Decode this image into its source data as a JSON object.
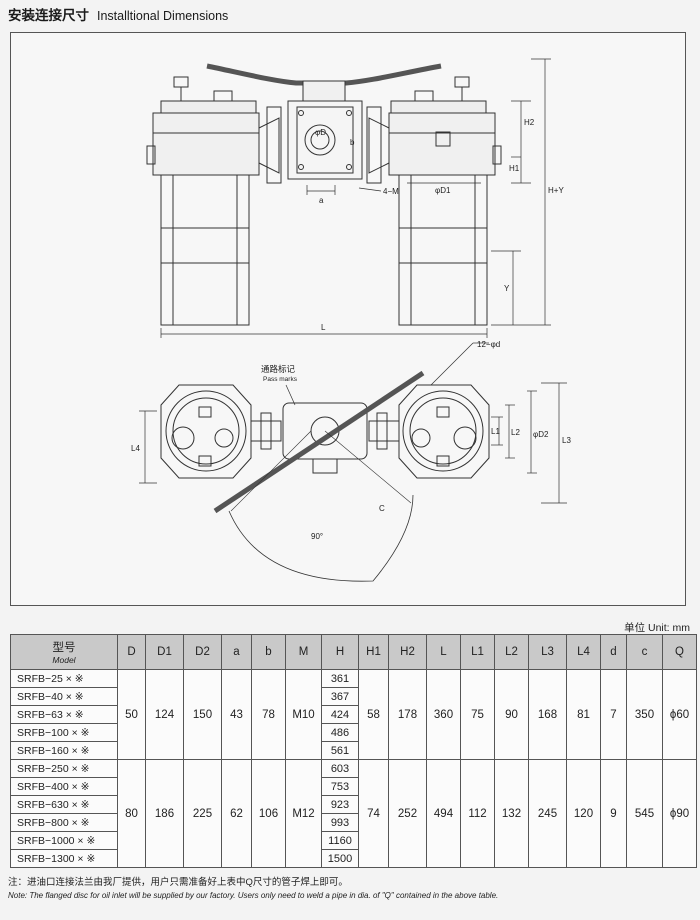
{
  "title": {
    "cn": "安装连接尺寸",
    "en": "Installtional Dimensions"
  },
  "drawing": {
    "labels": {
      "phiD": "φD",
      "a": "a",
      "b": "b",
      "m": "4−M",
      "phiD1": "φD1",
      "h1": "H1",
      "h2": "H2",
      "hy": "H+Y",
      "y": "Y",
      "l": "L",
      "d12": "12−φd",
      "pass_cn": "通路标记",
      "pass_en": "Pass marks",
      "l1": "L1",
      "l2": "L2",
      "phiD2": "φD2",
      "l3": "L3",
      "l4": "L4",
      "c": "C",
      "angle": "90°"
    }
  },
  "unit": "单位 Unit: mm",
  "table": {
    "headers": {
      "model_cn": "型号",
      "model_en": "Model",
      "D": "D",
      "D1": "D1",
      "D2": "D2",
      "a": "a",
      "b": "b",
      "M": "M",
      "H": "H",
      "H1": "H1",
      "H2": "H2",
      "L": "L",
      "L1": "L1",
      "L2": "L2",
      "L3": "L3",
      "L4": "L4",
      "d": "d",
      "c": "c",
      "Q": "Q"
    },
    "group1": {
      "models": [
        "SRFB−25 × ※",
        "SRFB−40 × ※",
        "SRFB−63 × ※",
        "SRFB−100 × ※",
        "SRFB−160 × ※"
      ],
      "H": [
        "361",
        "367",
        "424",
        "486",
        "561"
      ],
      "D": "50",
      "D1": "124",
      "D2": "150",
      "a": "43",
      "b": "78",
      "M": "M10",
      "H1": "58",
      "H2": "178",
      "L": "360",
      "L1": "75",
      "L2": "90",
      "L3": "168",
      "L4": "81",
      "d": "7",
      "c": "350",
      "Q": "ϕ60"
    },
    "group2": {
      "models": [
        "SRFB−250 × ※",
        "SRFB−400 × ※",
        "SRFB−630 × ※",
        "SRFB−800 × ※",
        "SRFB−1000 × ※",
        "SRFB−1300 × ※"
      ],
      "H": [
        "603",
        "753",
        "923",
        "993",
        "1160",
        "1500"
      ],
      "D": "80",
      "D1": "186",
      "D2": "225",
      "a": "62",
      "b": "106",
      "M": "M12",
      "H1": "74",
      "H2": "252",
      "L": "494",
      "L1": "112",
      "L2": "132",
      "L3": "245",
      "L4": "120",
      "d": "9",
      "c": "545",
      "Q": "ϕ90"
    }
  },
  "note": {
    "cn": "注：进油口连接法兰由我厂提供，用户只需准备好上表中Q尺寸的管子焊上即可。",
    "en": "Note: The flanged disc for oil inlet  will be supplied by our factory. Users only need to weld a pipe in dia. of  \"Q\"  contained in the above table."
  }
}
